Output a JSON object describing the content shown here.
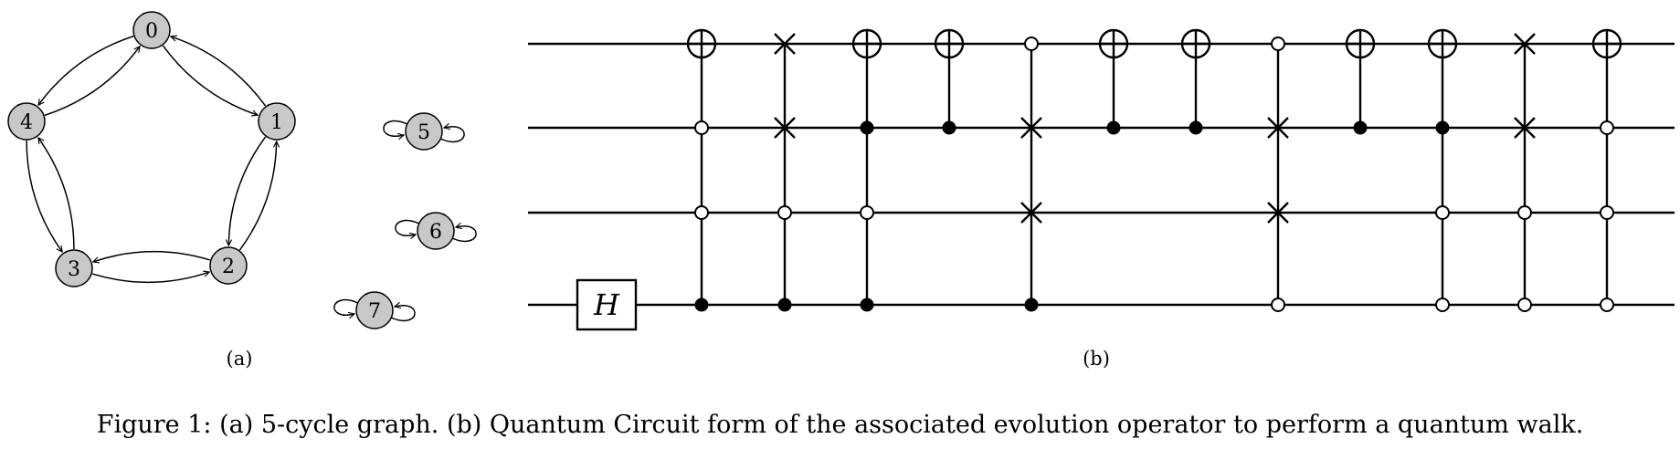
{
  "graph": {
    "label": "(a)",
    "cycle_nodes": [
      "0",
      "1",
      "2",
      "3",
      "4"
    ],
    "isolated_nodes": [
      "5",
      "6",
      "7"
    ],
    "node_fill": "#c8c8c8",
    "edges": [
      [
        "0",
        "1"
      ],
      [
        "1",
        "0"
      ],
      [
        "1",
        "2"
      ],
      [
        "2",
        "1"
      ],
      [
        "2",
        "3"
      ],
      [
        "3",
        "2"
      ],
      [
        "3",
        "4"
      ],
      [
        "4",
        "3"
      ],
      [
        "4",
        "0"
      ],
      [
        "0",
        "4"
      ]
    ],
    "self_loops": [
      "5",
      "6",
      "7"
    ]
  },
  "circuit": {
    "label": "(b)",
    "num_qubits": 4,
    "h_gate": {
      "label": "H",
      "qubit": 3
    },
    "gates": [
      {
        "kind": "cnot",
        "target": 0,
        "controls": [
          [
            1,
            "open"
          ],
          [
            2,
            "open"
          ],
          [
            3,
            "filled"
          ]
        ]
      },
      {
        "kind": "swap",
        "swap": [
          0,
          1
        ],
        "controls": [
          [
            2,
            "open"
          ],
          [
            3,
            "filled"
          ]
        ]
      },
      {
        "kind": "cnot",
        "target": 0,
        "controls": [
          [
            1,
            "filled"
          ],
          [
            2,
            "open"
          ],
          [
            3,
            "filled"
          ]
        ]
      },
      {
        "kind": "cnot",
        "target": 0,
        "controls": [
          [
            1,
            "filled"
          ]
        ]
      },
      {
        "kind": "swap",
        "swap": [
          1,
          2
        ],
        "controls": [
          [
            0,
            "open"
          ],
          [
            3,
            "filled"
          ]
        ]
      },
      {
        "kind": "cnot",
        "target": 0,
        "controls": [
          [
            1,
            "filled"
          ]
        ]
      },
      {
        "kind": "cnot",
        "target": 0,
        "controls": [
          [
            1,
            "filled"
          ]
        ]
      },
      {
        "kind": "swap",
        "swap": [
          1,
          2
        ],
        "controls": [
          [
            0,
            "open"
          ],
          [
            3,
            "open"
          ]
        ]
      },
      {
        "kind": "cnot",
        "target": 0,
        "controls": [
          [
            1,
            "filled"
          ]
        ]
      },
      {
        "kind": "cnot",
        "target": 0,
        "controls": [
          [
            1,
            "filled"
          ],
          [
            2,
            "open"
          ],
          [
            3,
            "open"
          ]
        ]
      },
      {
        "kind": "swap",
        "swap": [
          0,
          1
        ],
        "controls": [
          [
            2,
            "open"
          ],
          [
            3,
            "open"
          ]
        ]
      },
      {
        "kind": "cnot",
        "target": 0,
        "controls": [
          [
            1,
            "open"
          ],
          [
            2,
            "open"
          ],
          [
            3,
            "open"
          ]
        ]
      }
    ]
  },
  "caption": "Figure 1: (a) 5-cycle graph. (b) Quantum Circuit form of the associated evolution operator to perform a quantum walk."
}
